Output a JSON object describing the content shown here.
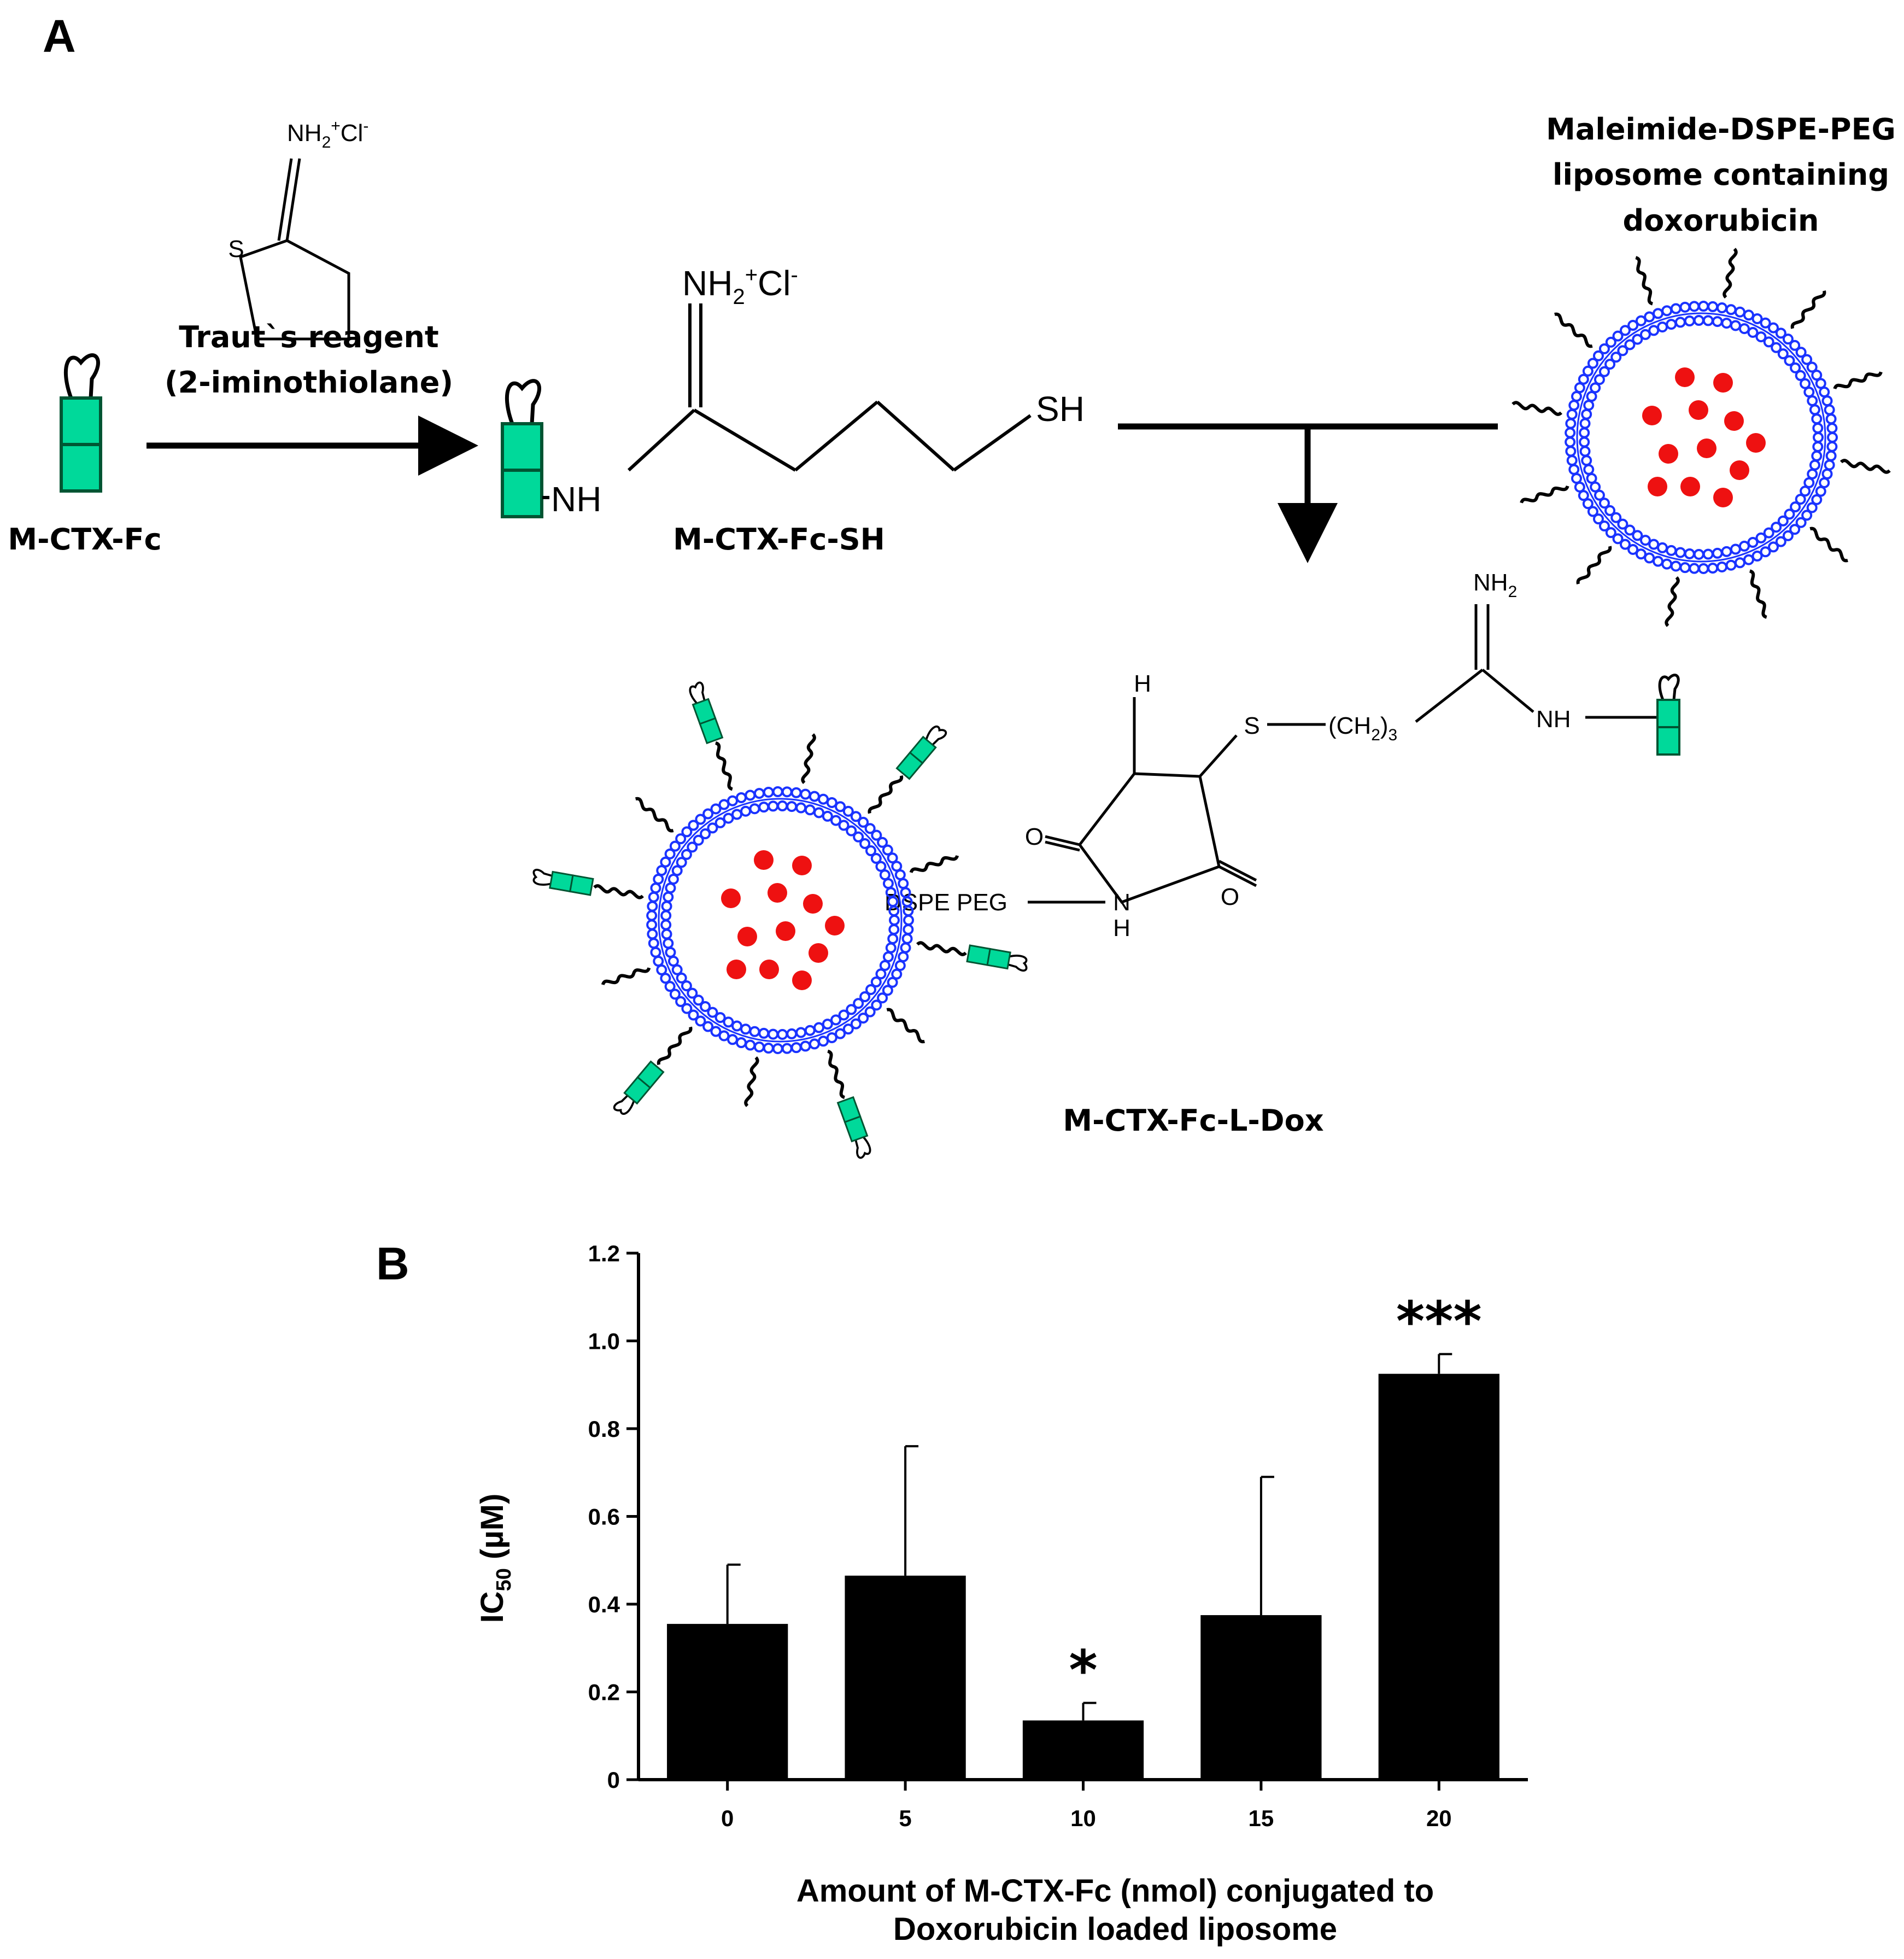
{
  "panel_a": {
    "letter": "A",
    "start_label": "M-CTX-Fc",
    "reagent_formula_main": "NH",
    "reagent_formula_sub": "2",
    "reagent_formula_sup": "+",
    "reagent_formula_tail": "Cl",
    "reagent_formula_tail_sup": "-",
    "reagent_ring_atom": "S",
    "reagent_name": "Traut`s reagent",
    "reagent_alt_name": "(2-iminothiolane)",
    "product_formula_main": "NH",
    "product_formula_sub": "2",
    "product_formula_sup": "+",
    "product_formula_tail": "Cl",
    "product_formula_tail_sup": "-",
    "product_nh": "NH",
    "product_sh": "SH",
    "product_label": "M-CTX-Fc-SH",
    "liposome_title_1": "Maleimide-DSPE-PEG",
    "liposome_title_2": "liposome containing",
    "liposome_title_3": "doxorubicin",
    "final_nh2": "NH",
    "final_nh2_sub": "2",
    "final_h": "H",
    "final_s": "S",
    "final_ch2_a": "(CH",
    "final_ch2_sub": "2",
    "final_ch2_b": ")",
    "final_ch2_sub2": "3",
    "final_nh": "NH",
    "final_o_left": "O",
    "final_o_right": "O",
    "final_n": "N",
    "final_nh_h": "H",
    "final_linker": "DSPE PEG",
    "final_label": "M-CTX-Fc-L-Dox"
  },
  "panel_b": {
    "letter": "B",
    "chart_data": {
      "type": "bar",
      "categories": [
        "0",
        "5",
        "10",
        "15",
        "20"
      ],
      "values": [
        0.355,
        0.465,
        0.135,
        0.375,
        0.925
      ],
      "errors": [
        0.135,
        0.295,
        0.04,
        0.315,
        0.045
      ],
      "significance": [
        "",
        "",
        "*",
        "",
        "***"
      ],
      "y_ticks": [
        "0",
        "0.2",
        "0.4",
        "0.6",
        "0.8",
        "1.0",
        "1.2"
      ],
      "ylim": [
        0,
        1.2
      ],
      "ylabel_main": "IC",
      "ylabel_sub": "50",
      "ylabel_unit": " (µM)",
      "xlabel_line1": "Amount of M-CTX-Fc (nmol) conjugated  to",
      "xlabel_line2": "Doxorubicin loaded liposome",
      "bar_color": "#000000"
    }
  },
  "colors": {
    "antibody_fill": "#00d99a",
    "antibody_stroke": "#005533",
    "membrane": "#1a33ff",
    "drug": "#ee1111"
  }
}
